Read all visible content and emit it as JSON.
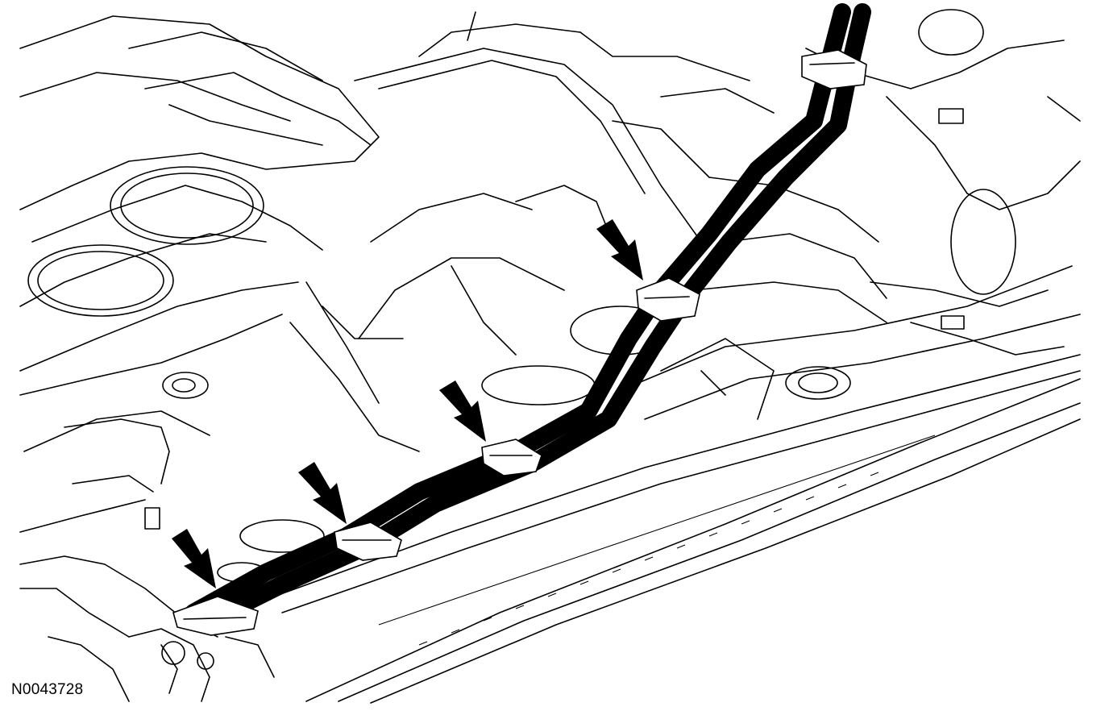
{
  "figure": {
    "reference_code": "N0043728",
    "callout_arrows": [
      {
        "name": "callout-arrow-clip-1"
      },
      {
        "name": "callout-arrow-clip-2"
      },
      {
        "name": "callout-arrow-clip-3"
      },
      {
        "name": "callout-arrow-clip-4"
      }
    ]
  }
}
